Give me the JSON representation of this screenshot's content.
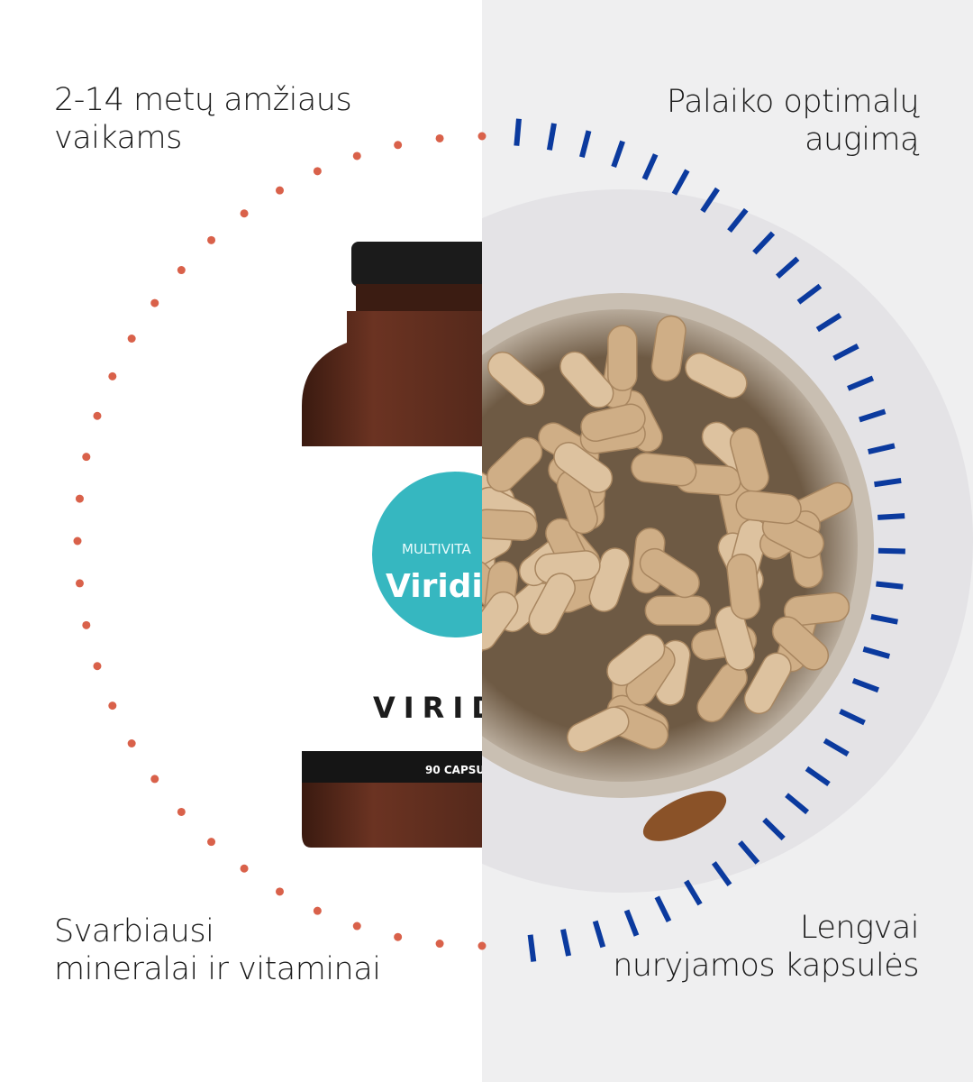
{
  "features": {
    "top_left": [
      "2-14 metų amžiaus",
      "vaikams"
    ],
    "top_right": [
      "Palaiko optimalų",
      "augimą"
    ],
    "bottom_left": [
      "Svarbiausi",
      "mineralai ir vitaminai"
    ],
    "bottom_right": [
      "Lengvai",
      "nuryjamos kapsulės"
    ]
  },
  "product_label": {
    "line1": "MULTIVITA",
    "line2": "Viridi",
    "brand": "VIRID",
    "count": "90 CAPSU"
  },
  "colors": {
    "dots": "#d9614a",
    "ticks": "#0b3a9e",
    "teal": "#2bb3bd",
    "bottle": "#4a2418"
  }
}
